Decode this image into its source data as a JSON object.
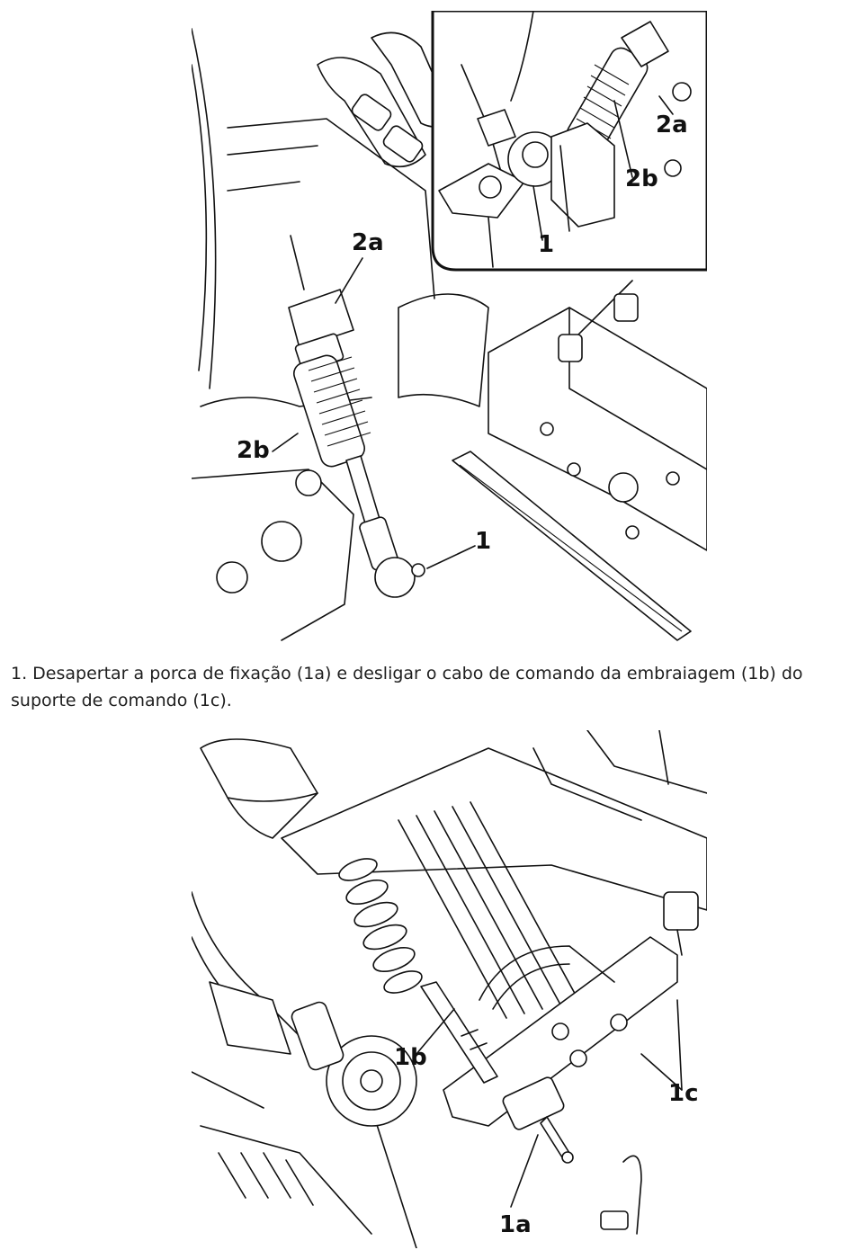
{
  "figure1": {
    "callouts": {
      "main_2a": "2a",
      "main_2b": "2b",
      "main_1": "1",
      "inset_2a": "2a",
      "inset_2b": "2b",
      "inset_1": "1"
    }
  },
  "caption": "1. Desapertar a porca de fixação (1a) e desligar o cabo de comando da embraiagem (1b) do suporte de comando (1c).",
  "figure2": {
    "callouts": {
      "label_1b": "1b",
      "label_1c": "1c",
      "label_1a": "1a"
    }
  }
}
